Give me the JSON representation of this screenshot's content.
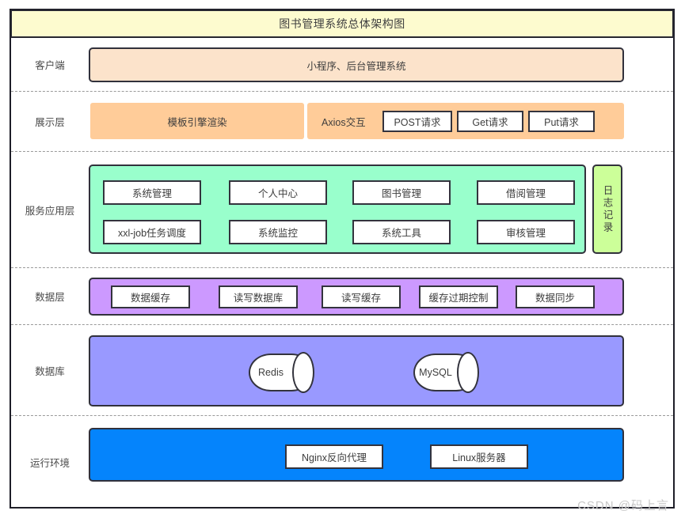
{
  "diagram": {
    "title": "图书管理系统总体架构图",
    "watermark": "CSDN @码上言",
    "colors": {
      "title_bg": "#FDFBCF",
      "client_band": "#FCE3CB",
      "presentation_band": "#FFCC99",
      "service_band": "#99FFCC",
      "log_band": "#CCFF99",
      "data_band": "#CC99FF",
      "database_band": "#9999FF",
      "runtime_band": "#0584FC",
      "border": "#31313C"
    },
    "layers": [
      {
        "label": "客户端",
        "band_text": "小程序、后台管理系统",
        "chips": []
      },
      {
        "label": "展示层",
        "band_text": "模板引擎渲染",
        "inline_label": "Axios交互",
        "chips": [
          "POST请求",
          "Get请求",
          "Put请求"
        ]
      },
      {
        "label": "服务应用层",
        "chips": [
          "系统管理",
          "个人中心",
          "图书管理",
          "借阅管理",
          "xxl-job任务调度",
          "系统监控",
          "系统工具",
          "审核管理"
        ],
        "side_box": "日志记录"
      },
      {
        "label": "数据层",
        "chips": [
          "数据缓存",
          "读写数据库",
          "读写缓存",
          "缓存过期控制",
          "数据同步"
        ]
      },
      {
        "label": "数据库",
        "cylinders": [
          "Redis",
          "MySQL"
        ]
      },
      {
        "label": "运行环境",
        "chips": [
          "Nginx反向代理",
          "Linux服务器"
        ]
      }
    ]
  }
}
